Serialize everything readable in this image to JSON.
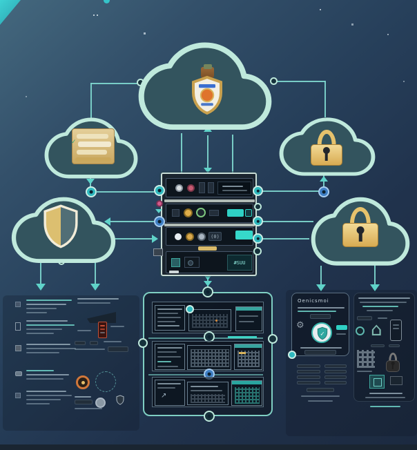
{
  "strings": {
    "card_a_title": "Oenicsmoi",
    "rack_counter": "(0)",
    "rack_display": "#SUU"
  },
  "icons": {
    "gear": "⚙",
    "check": "✓",
    "house": "⌂"
  },
  "clouds": [
    {
      "name": "top-center-cloud",
      "icon": "security-badge-shield-icon"
    },
    {
      "name": "top-left-cloud",
      "icon": "document-server-icon"
    },
    {
      "name": "top-right-cloud",
      "icon": "padlock-icon"
    },
    {
      "name": "mid-left-cloud",
      "icon": "shield-icon"
    },
    {
      "name": "mid-right-cloud",
      "icon": "padlock-icon"
    }
  ],
  "central_rack": {
    "rows": 4
  },
  "bottom_center_panel": {
    "rows": 3,
    "screens_per_row": 3
  },
  "colors": {
    "background_top": "#44687e",
    "background_bottom": "#1c2a40",
    "cloud_fill": "#33545e",
    "cloud_outline": "#bfe9dc",
    "connector_teal": "#7fd8cf",
    "gold": "#e6c26c",
    "display_teal": "#36d8ca",
    "alert_pink": "#d45a8a",
    "node_blue": "#3f7fc4",
    "device_orange": "#d4543a",
    "corner_cyan": "#2fc2c9"
  }
}
